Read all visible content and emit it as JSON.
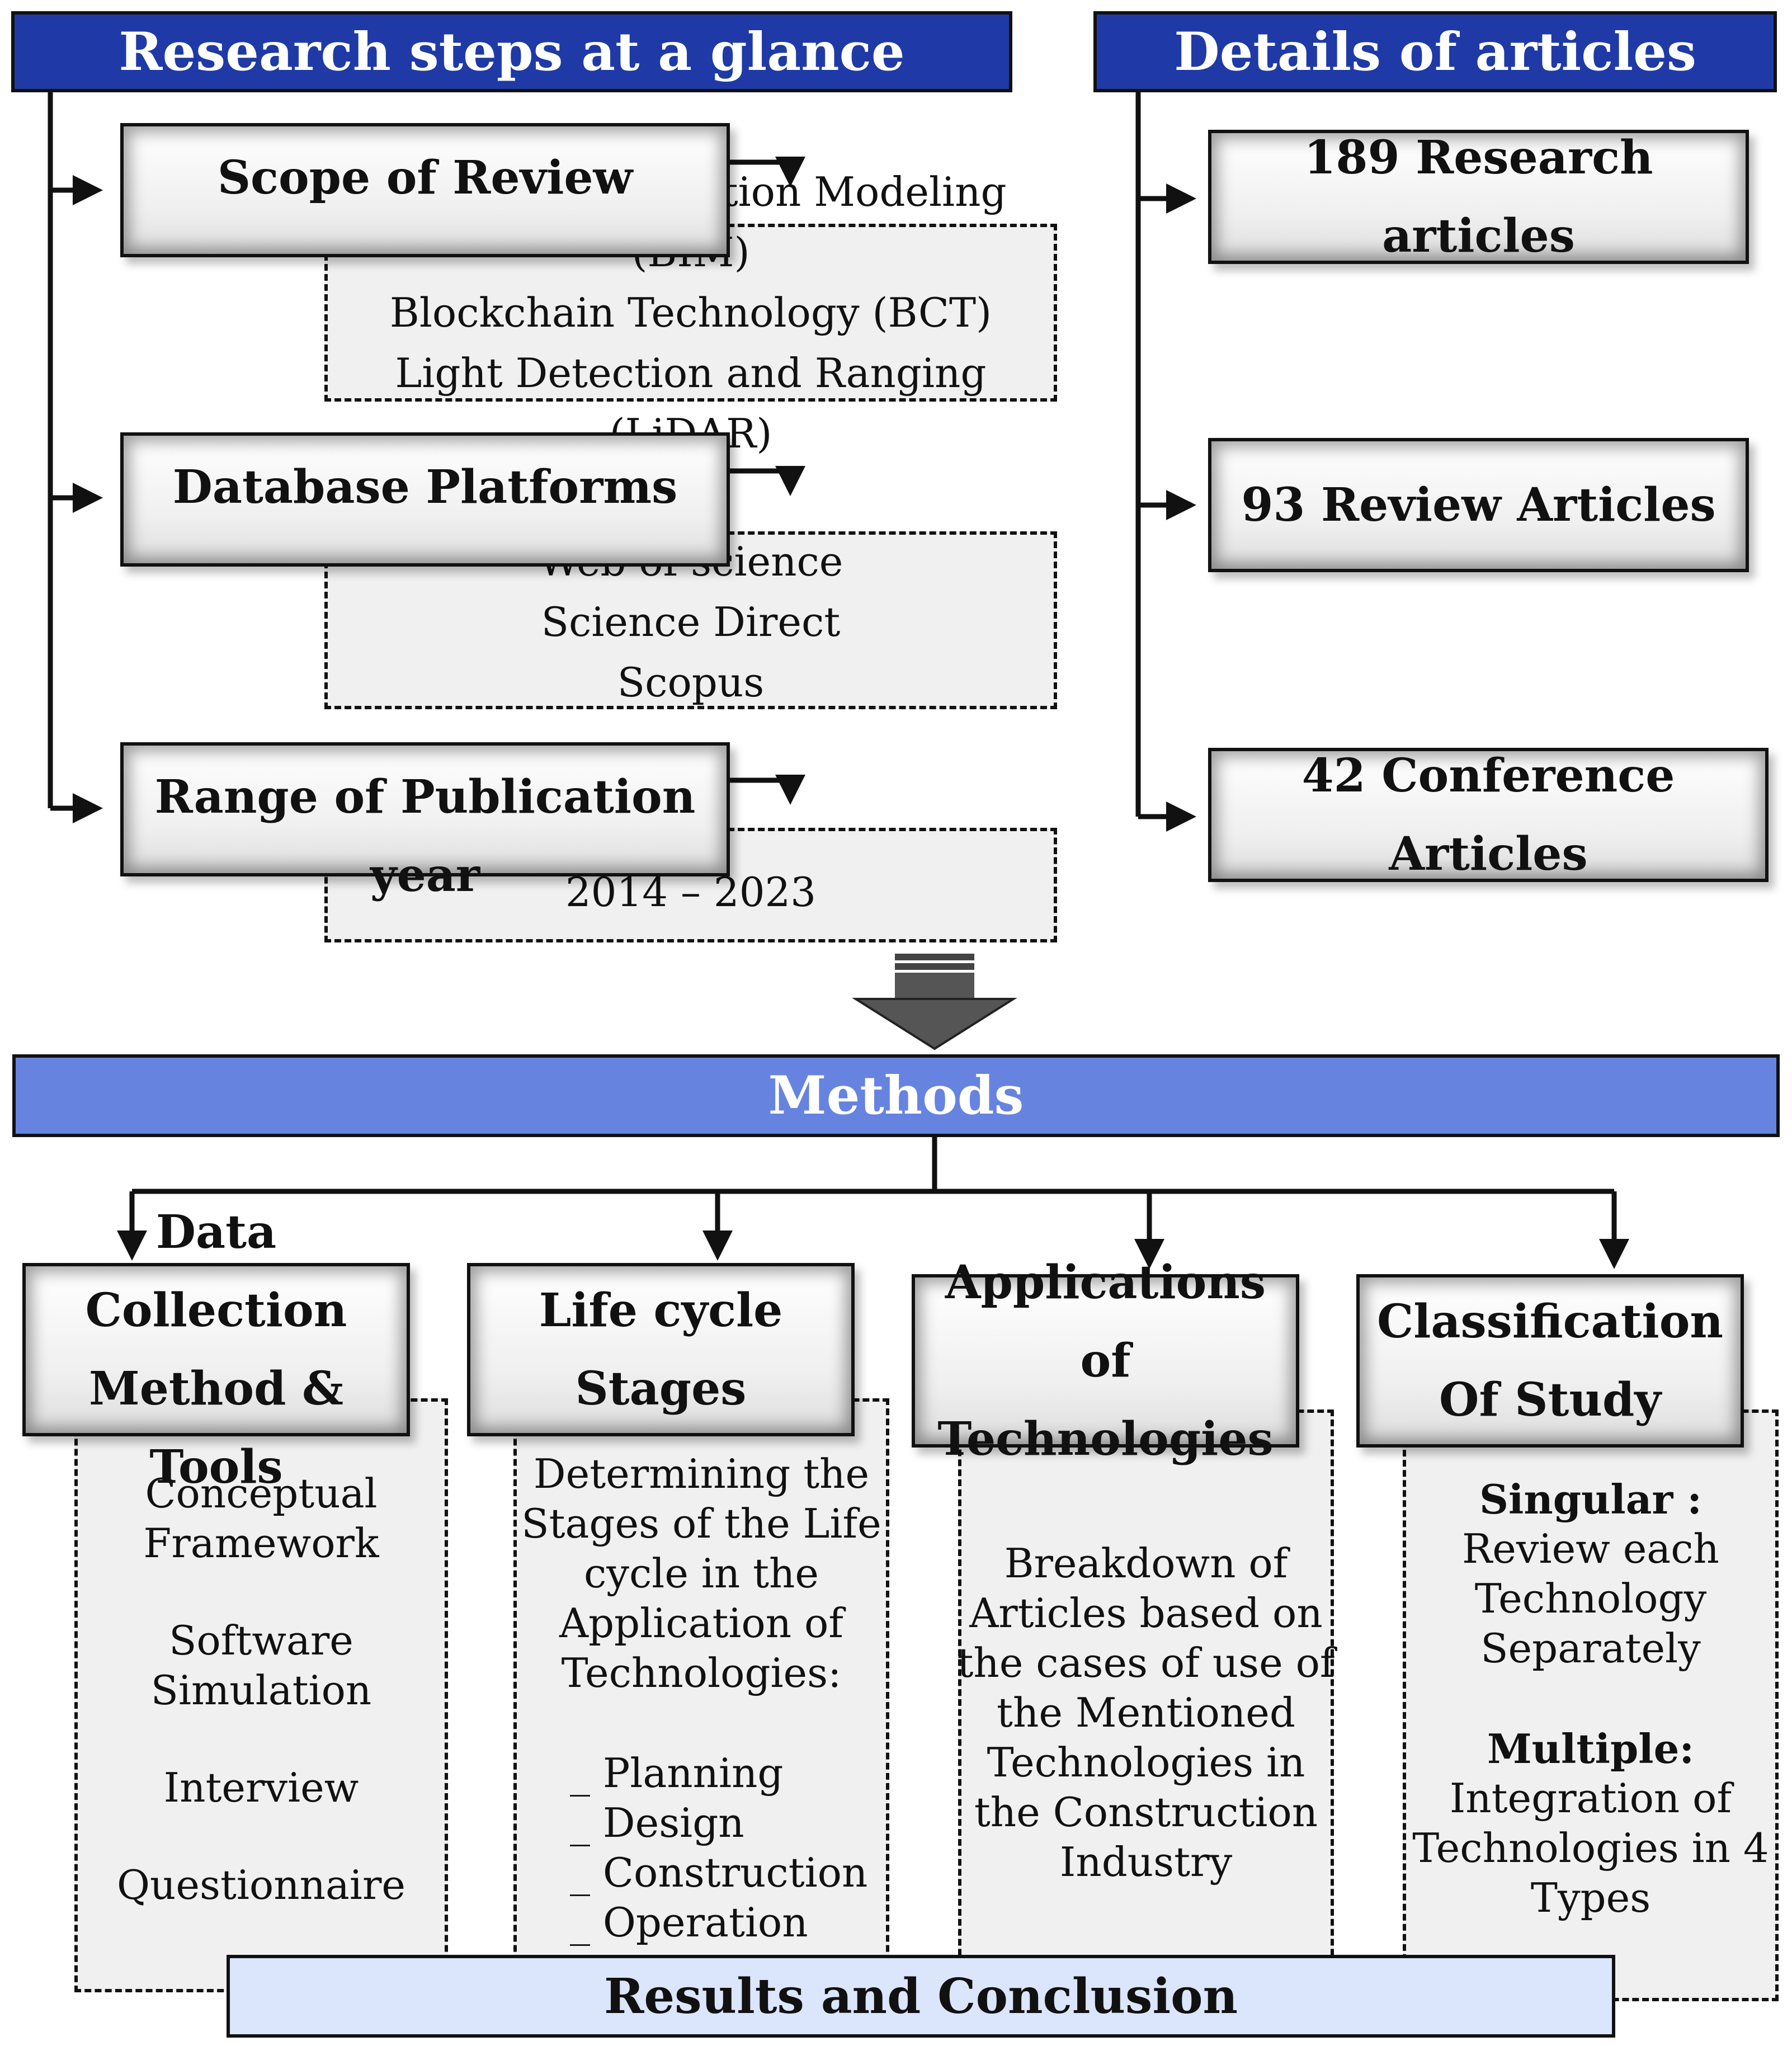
{
  "header_left": "Research steps at a glance",
  "header_right": "Details of articles",
  "steps": [
    {
      "title": "Scope of Review",
      "items": [
        "Building Information Modeling (BIM)",
        "Blockchain Technology (BCT)",
        "Light Detection and Ranging (LiDAR)"
      ]
    },
    {
      "title": "Database Platforms",
      "items": [
        "Web of science",
        "Science Direct",
        "Scopus"
      ]
    },
    {
      "title": "Range of Publication year",
      "items": [
        "2014 – 2023"
      ]
    }
  ],
  "articles": [
    "189 Research articles",
    "93 Review Articles",
    "42 Conference Articles"
  ],
  "methods_label": "Methods",
  "methods": [
    {
      "title_lines": [
        "Data Collection",
        "Method & Tools"
      ],
      "items": [
        "Conceptual",
        "Framework",
        "Software",
        "Simulation",
        "Interview",
        "Questionnaire"
      ]
    },
    {
      "title_lines": [
        "Life cycle",
        "Stages"
      ],
      "text_lines": [
        "Determining the",
        "Stages of the Life",
        "cycle in the",
        "Application of",
        "Technologies:"
      ],
      "stages": [
        "_ Planning",
        "_ Design",
        "_ Construction",
        "_ Operation"
      ]
    },
    {
      "title_lines": [
        "Applications of",
        "Technologies"
      ],
      "text_lines": [
        "Breakdown of",
        "Articles based on",
        "the cases of use of",
        "the Mentioned",
        "Technologies in",
        "the Construction",
        "Industry"
      ]
    },
    {
      "title_lines": [
        "Classification",
        "Of Study"
      ],
      "singular_label": "Singular :",
      "singular_lines": [
        "Review each",
        "Technology",
        "Separately"
      ],
      "multiple_label": "Multiple:",
      "multiple_lines": [
        "Integration of",
        "Technologies in 4",
        "Types"
      ]
    }
  ],
  "results_label": "Results and Conclusion"
}
